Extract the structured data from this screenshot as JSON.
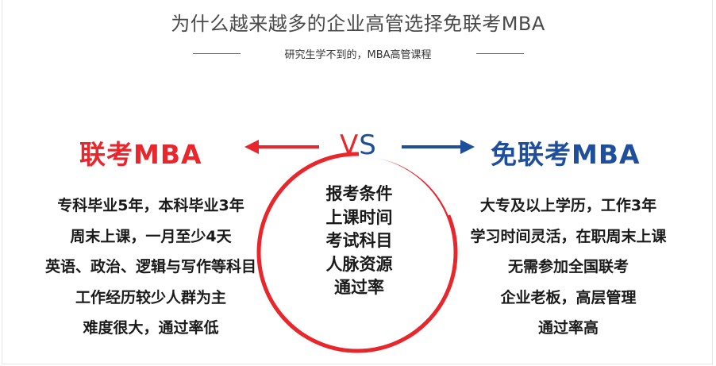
{
  "header": {
    "title": "为什么越来越多的企业高管选择免联考MBA",
    "subtitle": "研究生学不到的，MBA高管课程"
  },
  "comparison": {
    "left_heading": "联考MBA",
    "vs_v": "V",
    "vs_s": "S",
    "right_heading": "免联考MBA",
    "left_items": [
      "专科毕业5年，本科毕业3年",
      "周末上课，一月至少4天",
      "英语、政治、逻辑与写作等科目",
      "工作经历较少人群为主",
      "难度很大，通过率低"
    ],
    "center_items": [
      "报考条件",
      "上课时间",
      "考试科目",
      "人脉资源",
      "通过率"
    ],
    "right_items": [
      "大专及以上学历，工作3年",
      "学习时间灵活，在职周末上课",
      "无需参加全国联考",
      "企业老板，高层管理",
      "通过率高"
    ]
  },
  "colors": {
    "accent_red": "#e8262b",
    "accent_blue": "#1f4e9c"
  }
}
